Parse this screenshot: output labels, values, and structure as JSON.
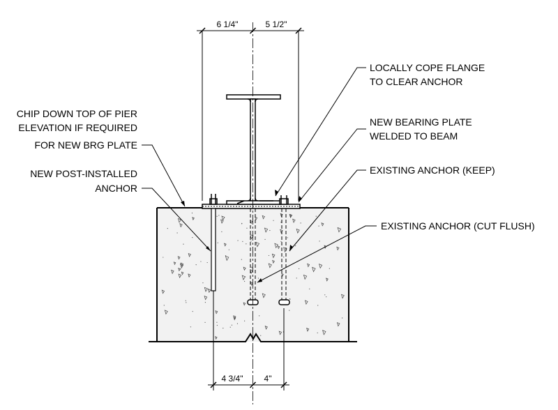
{
  "dimensions": {
    "top_left": "6 1/4\"",
    "top_right": "5 1/2\"",
    "bottom_left": "4 3/4\"",
    "bottom_right": "4\""
  },
  "notes": {
    "cope_line1": "LOCALLY COPE FLANGE",
    "cope_line2": "TO CLEAR ANCHOR",
    "plate_line1": "NEW BEARING PLATE",
    "plate_line2": "WELDED TO BEAM",
    "chip_line1": "CHIP DOWN TOP OF PIER",
    "chip_line2": "ELEVATION IF REQUIRED",
    "chip_line3": "FOR NEW BRG PLATE",
    "post_line1": "NEW POST-INSTALLED",
    "post_line2": "ANCHOR",
    "keep": "EXISTING ANCHOR (KEEP)",
    "cut": "EXISTING ANCHOR (CUT FLUSH)"
  }
}
